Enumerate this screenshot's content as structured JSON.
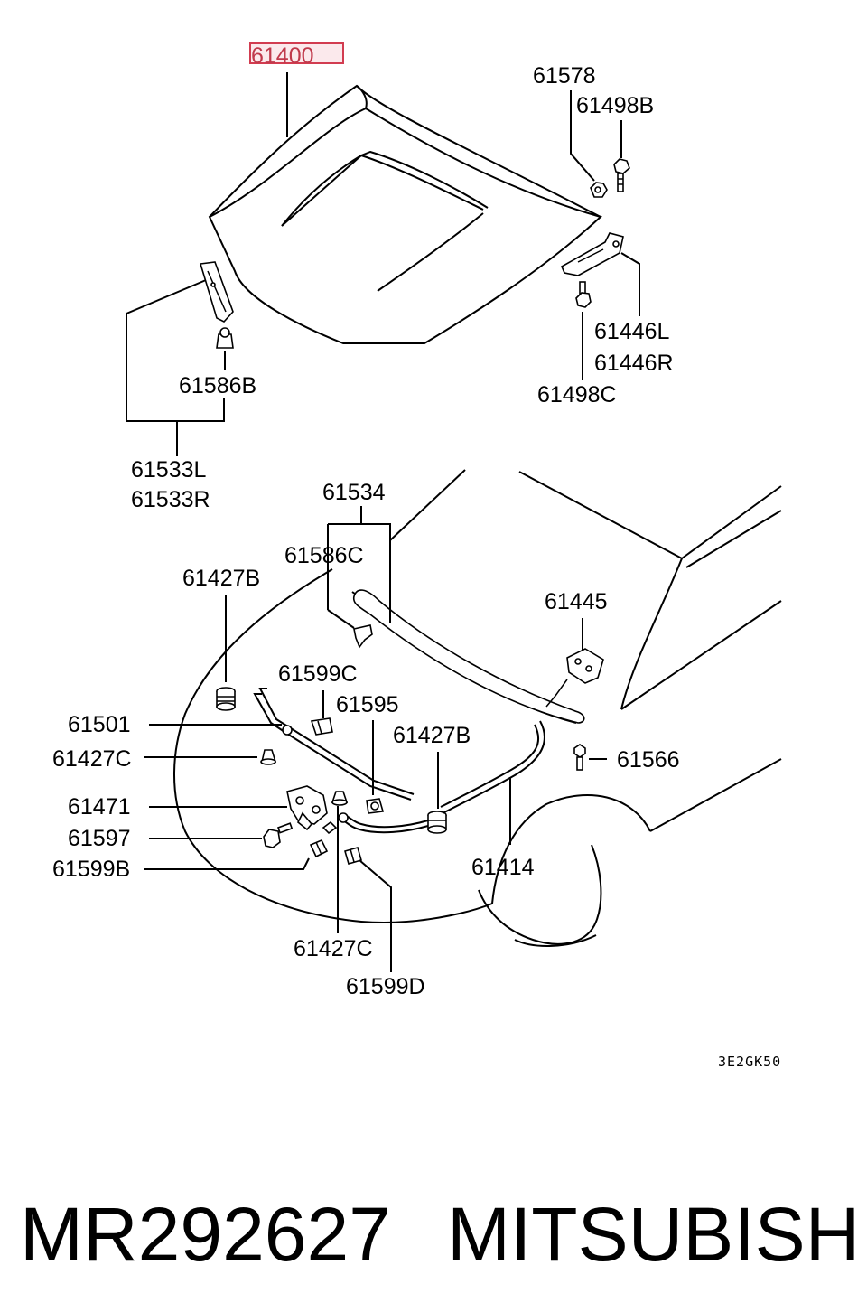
{
  "labels": {
    "p61400": "61400",
    "p61578": "61578",
    "p61498B": "61498B",
    "p61446L": "61446L",
    "p61446R": "61446R",
    "p61498C": "61498C",
    "p61586B": "61586B",
    "p61533L": "61533L",
    "p61533R": "61533R",
    "p61534": "61534",
    "p61586C": "61586C",
    "p61427B_top": "61427B",
    "p61445": "61445",
    "p61599C": "61599C",
    "p61595": "61595",
    "p61501": "61501",
    "p61427B_mid": "61427B",
    "p61427C_left": "61427C",
    "p61566": "61566",
    "p61471": "61471",
    "p61597": "61597",
    "p61599B": "61599B",
    "p61414": "61414",
    "p61427C_bottom": "61427C",
    "p61599D": "61599D"
  },
  "diagram_code": "3E2GK50",
  "footer": {
    "part_number": "MR292627",
    "brand": "MITSUBISHI"
  },
  "highlight_color": "#c0394b"
}
